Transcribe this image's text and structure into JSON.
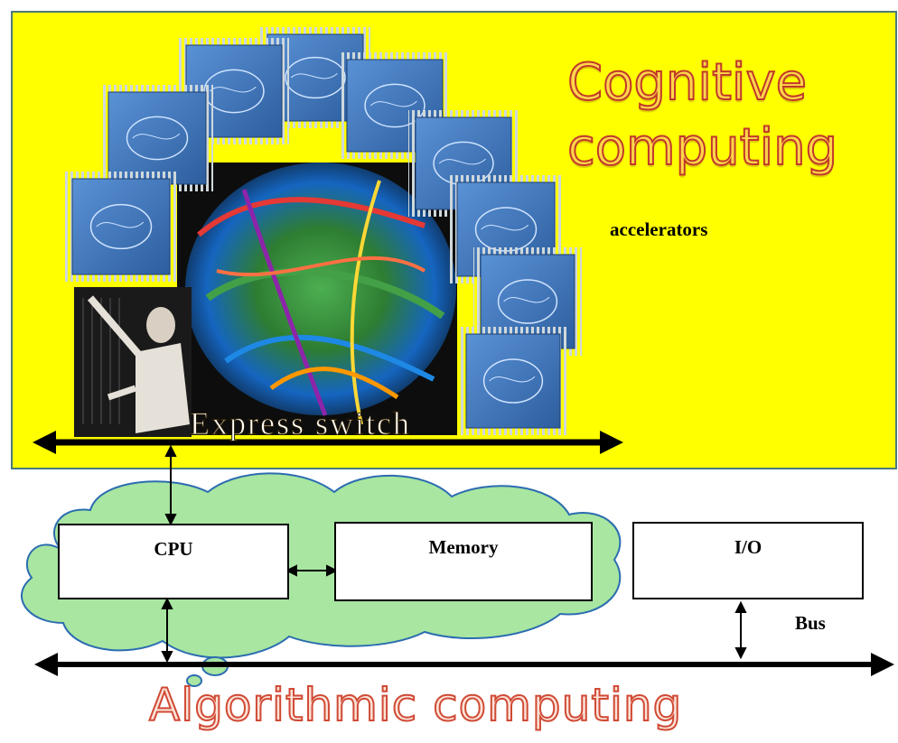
{
  "labels": {
    "cognitive_line1": "Cognitive",
    "cognitive_line2": "computing",
    "accelerators": "accelerators",
    "express_switch": "Express switch",
    "cpu": "CPU",
    "memory": "Memory",
    "io": "I/O",
    "bus": "Bus",
    "algorithmic": "Algorithmic computing"
  },
  "colors": {
    "panel": "#ffff00",
    "cloud": "#a8e6a1",
    "chip": "#3f78c0",
    "title_stroke": "#c0392b",
    "algorithmic_stroke": "#d04a35"
  },
  "images": {
    "chips": "brain-chip-icon",
    "center": "brain-fiber-tractography-image",
    "photo": "vintage-computer-operator-photo"
  }
}
